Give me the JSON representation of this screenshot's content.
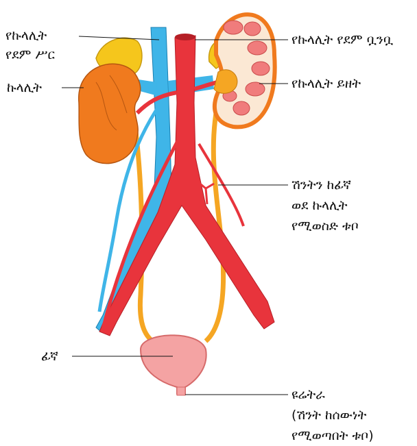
{
  "labels": {
    "renal_vein": [
      "የኩላሊት",
      "የደም ሥር"
    ],
    "kidney": "ኩላሊት",
    "renal_artery": "የኩላሊት የደም ቧንቧ",
    "renal_pelvis": "የኩላሊት ይዘት",
    "ureter": [
      "ሽንትን ከፊኛ",
      "ወደ ኩላሊት",
      "የሚወስድ ቱቦ"
    ],
    "bladder": "ፊኛ",
    "urethra": [
      "ዩሬትራ",
      "(ሽንት ከሰውነት",
      "የሚወጣበት ቱቦ)"
    ]
  },
  "colors": {
    "artery": "#e8343c",
    "vein": "#3fb5e8",
    "kidney": "#f07a1e",
    "adrenal": "#f5c61c",
    "ureter": "#f5a623",
    "bladder": "#f4a3a3",
    "pyramid": "#f07c7c",
    "cortex": "#fbe8d4"
  }
}
